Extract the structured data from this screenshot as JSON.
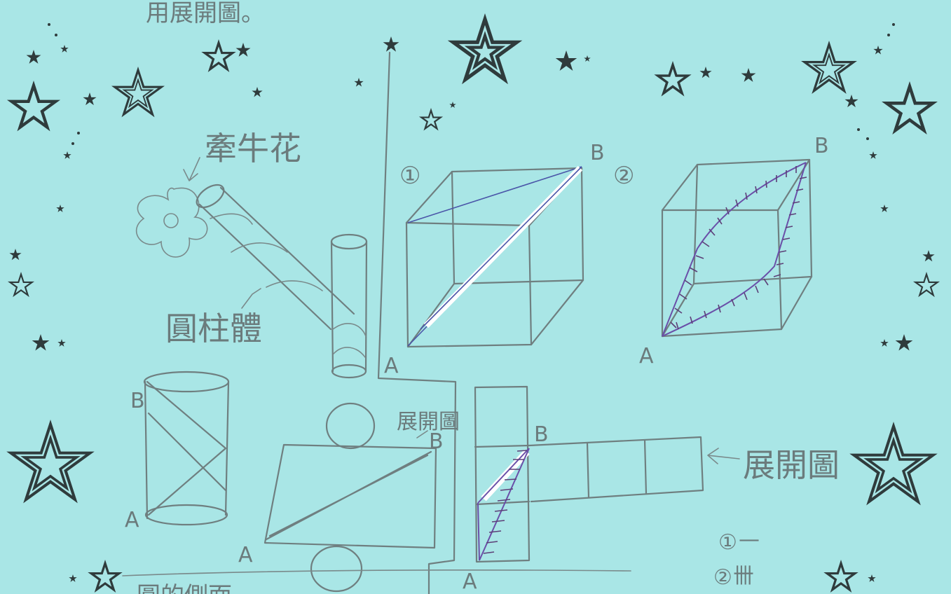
{
  "header_text": "用展開圖。",
  "labels": {
    "flower": "牽牛花",
    "cylinder": "圓柱體",
    "unfold_mid": "展開圖",
    "unfold_right": "展開圖",
    "cube1_num": "①",
    "cube2_num": "②",
    "legend_1_num": "①",
    "legend_1_mark": "—",
    "legend_2_num": "②",
    "legend_2_mark": "卌",
    "point_a": "A",
    "point_b": "B",
    "bottom_fragment": "圓的側面"
  },
  "colors": {
    "paper": "#a9e6e6",
    "pencil": "#6f7f80",
    "ink_blue": "#4a55a8",
    "ink_purple": "#6a4fa8",
    "star": "#2f3b3c"
  }
}
